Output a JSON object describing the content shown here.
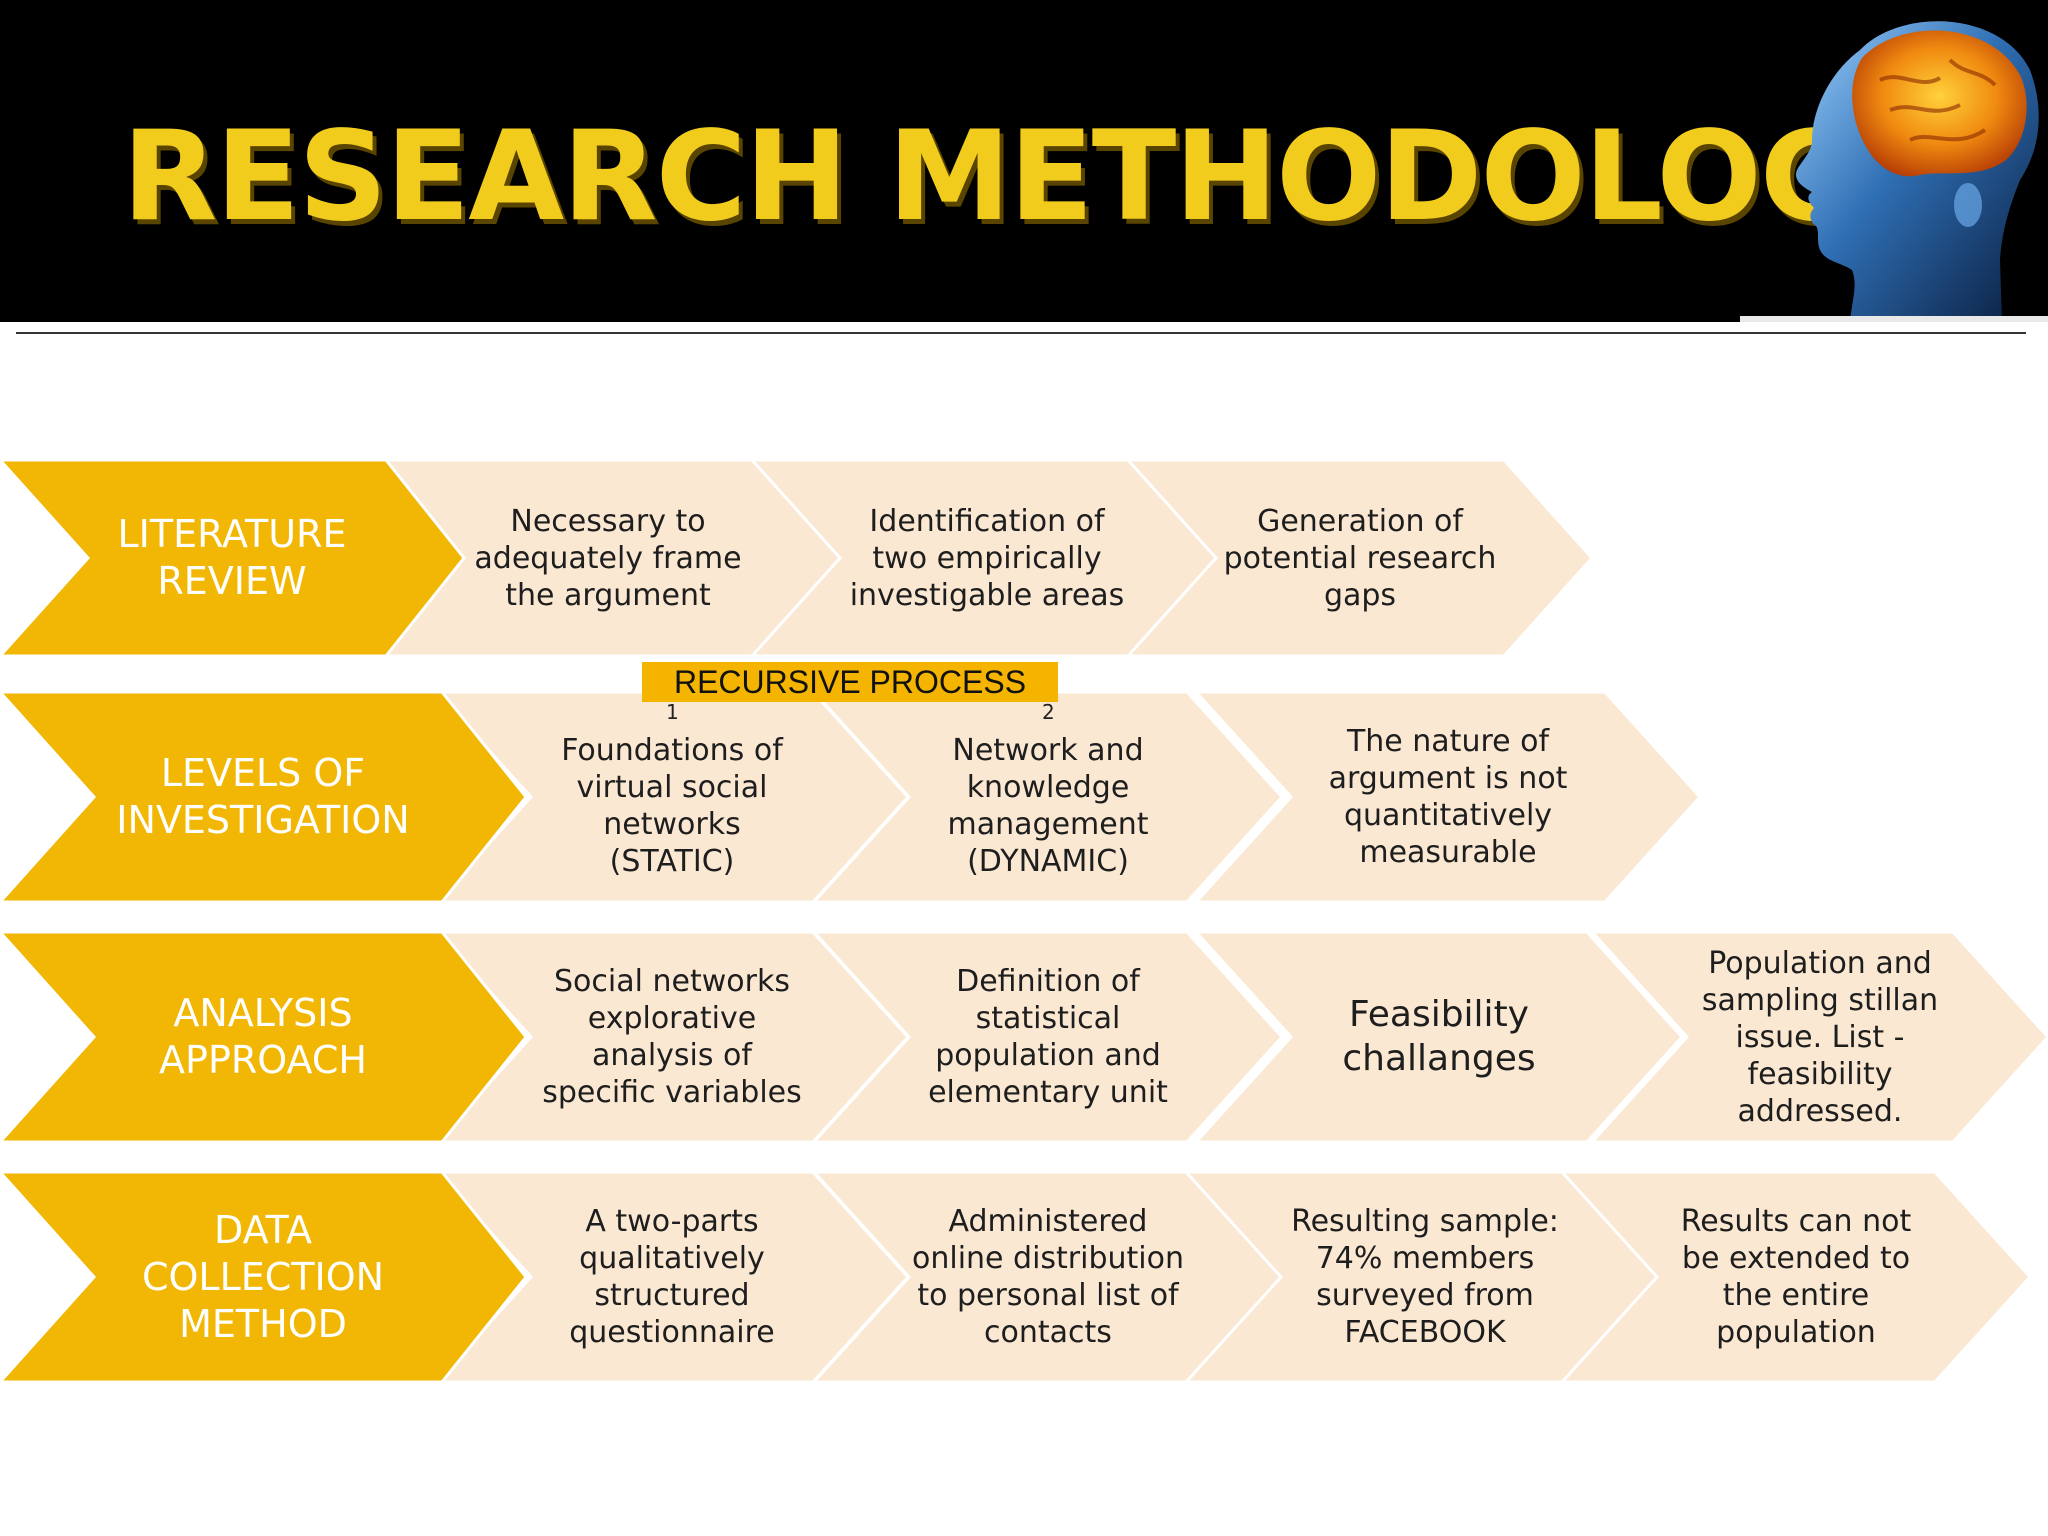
{
  "slide": {
    "title": "RESEARCH METHODOLOGY",
    "recursive_label": "RECURSIVE PROCESS",
    "colors": {
      "header_bg": "#000000",
      "title": "#f2cc1d",
      "row_chevron": "#f2b705",
      "step_chevron": "#fbe8d3"
    }
  },
  "rows": [
    {
      "label": [
        "LITERATURE",
        "REVIEW"
      ],
      "steps": [
        {
          "lines": [
            "Necessary to",
            "adequately frame",
            "the argument"
          ]
        },
        {
          "lines": [
            "Identification of",
            "two empirically",
            "investigable areas"
          ]
        },
        {
          "lines": [
            "Generation of",
            "potential research",
            "gaps"
          ]
        }
      ]
    },
    {
      "label": [
        "LEVELS OF",
        "INVESTIGATION"
      ],
      "steps": [
        {
          "number": "1",
          "lines": [
            "Foundations of",
            "virtual social",
            "networks",
            "(STATIC)"
          ]
        },
        {
          "number": "2",
          "lines": [
            "Network  and",
            "knowledge",
            "management",
            "(DYNAMIC)"
          ]
        },
        {
          "lines": [
            "The nature of",
            "argument is not",
            "quantitatively",
            "measurable"
          ]
        }
      ]
    },
    {
      "label": [
        "ANALYSIS",
        "APPROACH"
      ],
      "steps": [
        {
          "lines": [
            "Social networks",
            "explorative",
            "analysis of",
            "specific variables"
          ]
        },
        {
          "lines": [
            "Definition of",
            "statistical",
            "population  and",
            "elementary unit"
          ]
        },
        {
          "lines": [
            "Feasibility",
            "challanges"
          ]
        },
        {
          "lines": [
            "Population and",
            "sampling  stillan",
            "issue. List -",
            "feasibility",
            "addressed."
          ]
        }
      ]
    },
    {
      "label": [
        "DATA",
        "COLLECTION",
        "METHOD"
      ],
      "steps": [
        {
          "lines": [
            "A two-parts",
            "qualitatively",
            "structured",
            "questionnaire"
          ]
        },
        {
          "lines": [
            "Administered",
            "online distribution",
            "to personal  list of",
            "contacts"
          ]
        },
        {
          "lines": [
            "Resulting sample:",
            "74%  members",
            "surveyed from",
            "FACEBOOK"
          ]
        },
        {
          "lines": [
            "Results can not",
            "be extended to",
            "the entire",
            "population"
          ]
        }
      ]
    }
  ]
}
